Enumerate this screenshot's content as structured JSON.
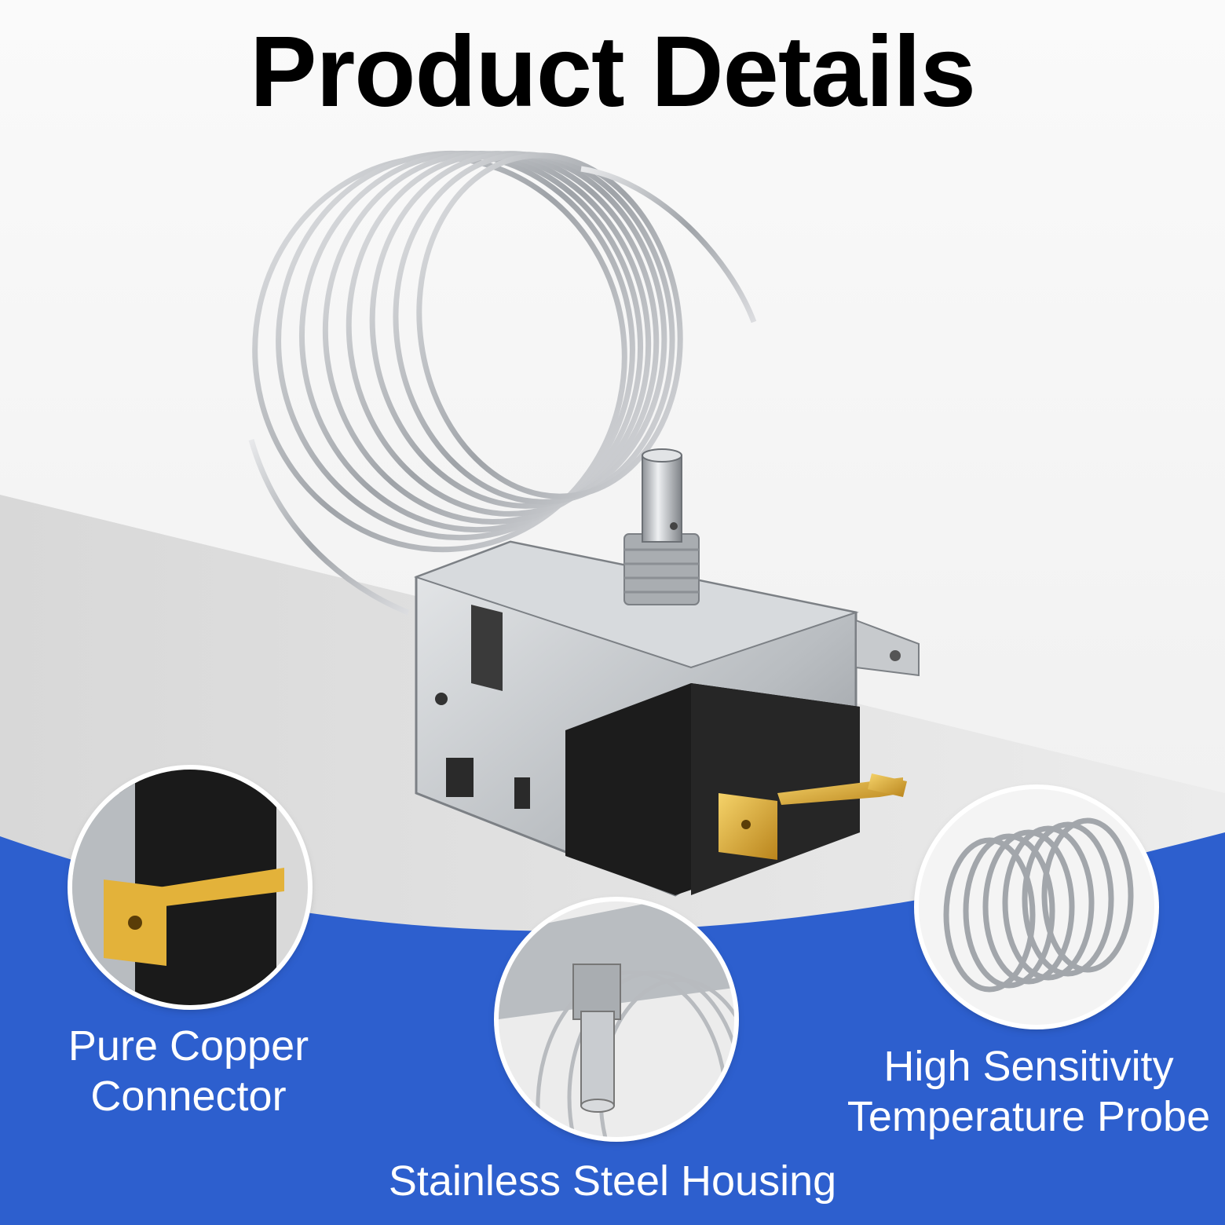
{
  "header": {
    "title": "Product Details"
  },
  "features": [
    {
      "label_line1": "Pure Copper",
      "label_line2": "Connector"
    },
    {
      "label_line1": "Stainless Steel Housing",
      "label_line2": ""
    },
    {
      "label_line1": "High Sensitivity",
      "label_line2": "Temperature Probe"
    }
  ],
  "colors": {
    "accent_blue": "#2d5fce",
    "background_grey": "#e9e9e9",
    "brass": "#d9a72a",
    "steel": "#c9cccf",
    "housing": "#1c1c1c"
  },
  "icons": [
    "thermostat-product-image",
    "copper-connector-detail",
    "steel-housing-detail",
    "coil-probe-detail"
  ]
}
